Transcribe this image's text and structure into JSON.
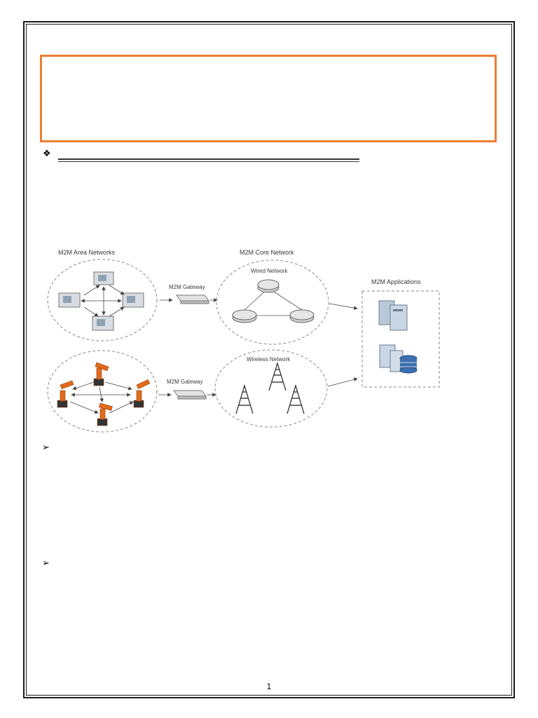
{
  "page": {
    "number": "1"
  },
  "bullets": {
    "section_symbol": "❖",
    "item_symbol": "➢"
  },
  "diagram": {
    "area_label": "M2M Area Networks",
    "core_label": "M2M Core Network",
    "wired_label": "Wired Network",
    "wireless_label": "Wireless Network",
    "gateway_top": "M2M Gateway",
    "gateway_bottom": "M2M Gateway",
    "apps_label": "M2M Applications",
    "colors": {
      "robot": "#e46a1b",
      "server": "#a9bcd0",
      "dashed": "#8a8a8a"
    }
  }
}
